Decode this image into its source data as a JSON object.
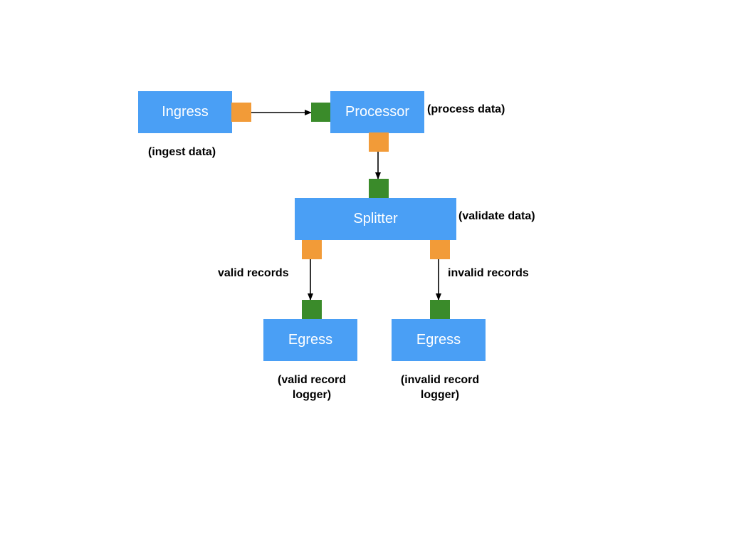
{
  "colors": {
    "node_fill": "#4a9ff5",
    "node_text": "#ffffff",
    "output_port": "#f29b38",
    "input_port": "#3a8b2a",
    "arrow": "#000000"
  },
  "nodes": {
    "ingress": {
      "label": "Ingress",
      "description": "(ingest data)"
    },
    "processor": {
      "label": "Processor",
      "description": "(process data)"
    },
    "splitter": {
      "label": "Splitter",
      "description": "(validate data)"
    },
    "egress_valid": {
      "label": "Egress",
      "description_line1": "(valid record",
      "description_line2": "logger)"
    },
    "egress_invalid": {
      "label": "Egress",
      "description_line1": "(invalid record",
      "description_line2": "logger)"
    }
  },
  "edges": {
    "valid": {
      "label": "valid records"
    },
    "invalid": {
      "label": "invalid records"
    }
  }
}
